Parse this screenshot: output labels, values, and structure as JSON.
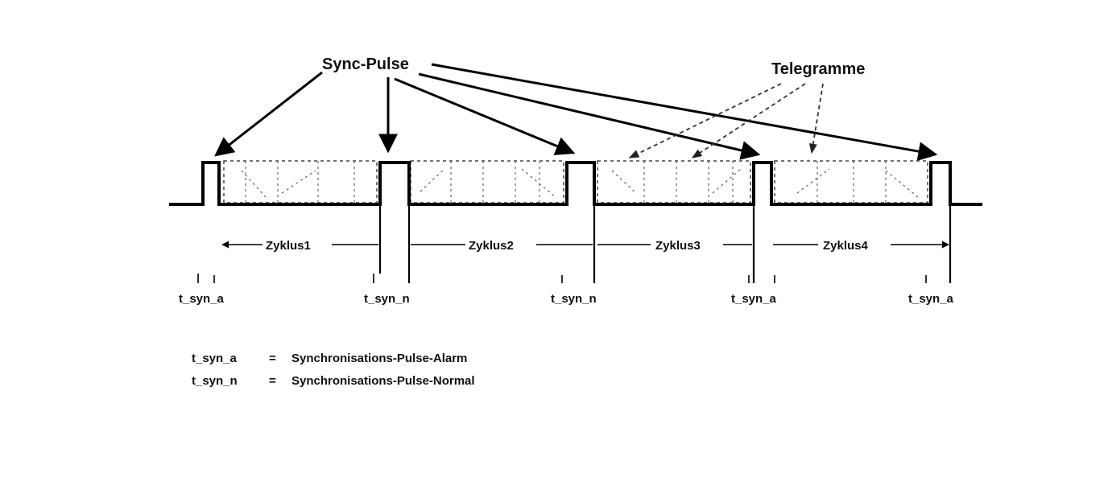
{
  "labels": {
    "sync_pulse": "Sync-Pulse",
    "telegramme": "Telegramme"
  },
  "cycles": [
    "Zyklus1",
    "Zyklus2",
    "Zyklus3",
    "Zyklus4"
  ],
  "time_markers": [
    "t_syn_a",
    "t_syn_n",
    "t_syn_n",
    "t_syn_a",
    "t_syn_a"
  ],
  "legend": [
    {
      "term": "t_syn_a",
      "sep": "=",
      "desc": "Synchronisations-Pulse-Alarm"
    },
    {
      "term": "t_syn_n",
      "sep": "=",
      "desc": "Synchronisations-Pulse-Normal"
    }
  ]
}
